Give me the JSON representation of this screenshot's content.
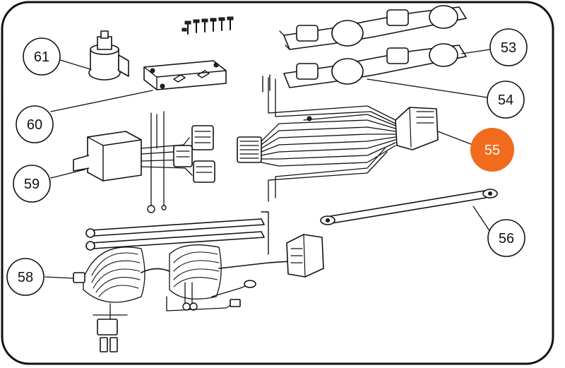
{
  "diagram": {
    "highlight_color": "#f26a1b",
    "outline_color": "#111111",
    "callouts": [
      {
        "id": "c61",
        "label": "61",
        "highlighted": false
      },
      {
        "id": "c60",
        "label": "60",
        "highlighted": false
      },
      {
        "id": "c59",
        "label": "59",
        "highlighted": false
      },
      {
        "id": "c58",
        "label": "58",
        "highlighted": false
      },
      {
        "id": "c53",
        "label": "53",
        "highlighted": false
      },
      {
        "id": "c54",
        "label": "54",
        "highlighted": false
      },
      {
        "id": "c55",
        "label": "55",
        "highlighted": true
      },
      {
        "id": "c56",
        "label": "56",
        "highlighted": false
      }
    ]
  }
}
